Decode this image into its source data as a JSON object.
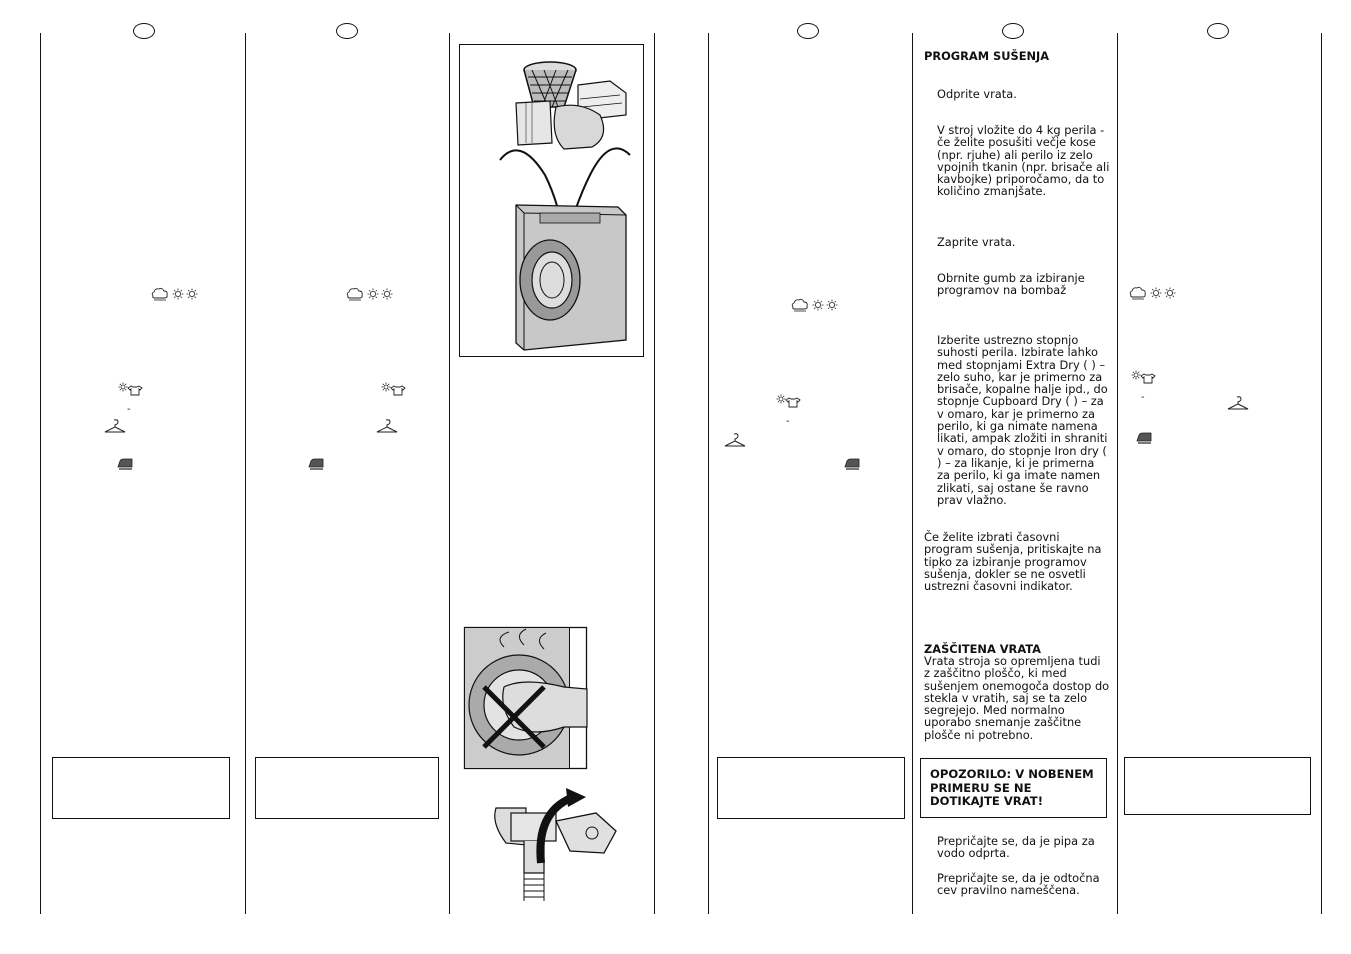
{
  "right_text": {
    "heading": "PROGRAM SUŠENJA",
    "p1": "Odprite vrata.",
    "p2": "V stroj vložite do 4 kg perila - če želite posušiti večje kose (npr. rjuhe) ali perilo iz zelo vpojnih tkanin (npr. brisače ali kavbojke) priporočamo, da to količino zmanjšate.",
    "p3": "Zaprite vrata.",
    "p4": "Obrnite gumb za izbiranje programov na bombaž",
    "p5": "Izberite ustrezno stopnjo suhosti perila. Izbirate lahko med stopnjami Extra Dry ( ) – zelo suho, kar je primerno za brisače, kopalne halje ipd., do stopnje Cupboard Dry ( ) – za v omaro, kar je primerno za perilo, ki ga nimate namena likati, ampak zložiti in shraniti v omaro, do stopnje Iron dry ( ) – za likanje, ki je primerna za perilo, ki ga imate namen zlikati, saj ostane še ravno prav vlažno.",
    "p6": "Če želite izbrati časovni program sušenja, pritiskajte na tipko za izbiranje programov sušenja, dokler se ne osvetli ustrezni časovni indikator.",
    "door_heading": "ZAŠČITENA VRATA",
    "door_text": "Vrata stroja so opremljena tudi z zaščitno ploščo, ki med sušenjem onemogoča dostop do stekla v vratih, saj se ta zelo segrejejo. Med normalno uporabo snemanje zaščitne plošče ni potrebno.",
    "warning": "OPOZORILO: V NOBENEM PRIMERU SE NE DOTIKAJTE VRAT!",
    "p7": "Prepričajte se, da je pipa za vodo odprta.",
    "p8": "Prepričajte se, da je odtočna cev pravilno nameščena."
  },
  "symbols": {
    "cotton_dry": "☁☼☼",
    "extra_dry": "☼👕",
    "cupboard": "hanger",
    "iron": "iron"
  }
}
